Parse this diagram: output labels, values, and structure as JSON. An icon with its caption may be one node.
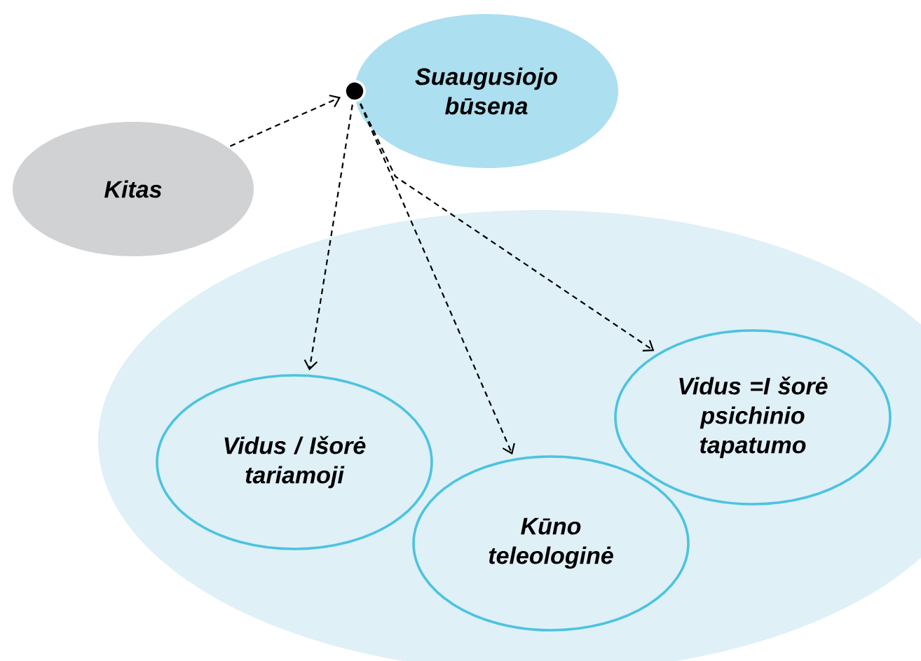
{
  "diagram": {
    "nodes": [
      {
        "text": [
          "Suaugusiojo būsena"
        ]
      },
      {
        "text": [],
        "shape": "circle"
      },
      {
        "text": [
          "Kitas"
        ]
      },
      {
        "text": [],
        "shape": "ellipse"
      },
      {
        "text": [
          "Vidus / Išorė tariamoji"
        ],
        "in": 3
      },
      {
        "text": [
          "Kūno teleologinė"
        ],
        "in": 3
      },
      {
        "text": [
          "Vidus =I šorė psichinio tapatumo"
        ],
        "in": 3
      }
    ],
    "edges": [
      {
        "from": 2,
        "to": 1,
        "arrow": "to",
        "style": "dashed"
      },
      {
        "from": 1,
        "to": 4,
        "arrow": "to",
        "style": "dashed"
      },
      {
        "from": 1,
        "to": 5,
        "arrow": "to",
        "style": "dashed"
      },
      {
        "from": 1,
        "to": 6,
        "arrow": "to",
        "style": "dashed"
      }
    ]
  }
}
